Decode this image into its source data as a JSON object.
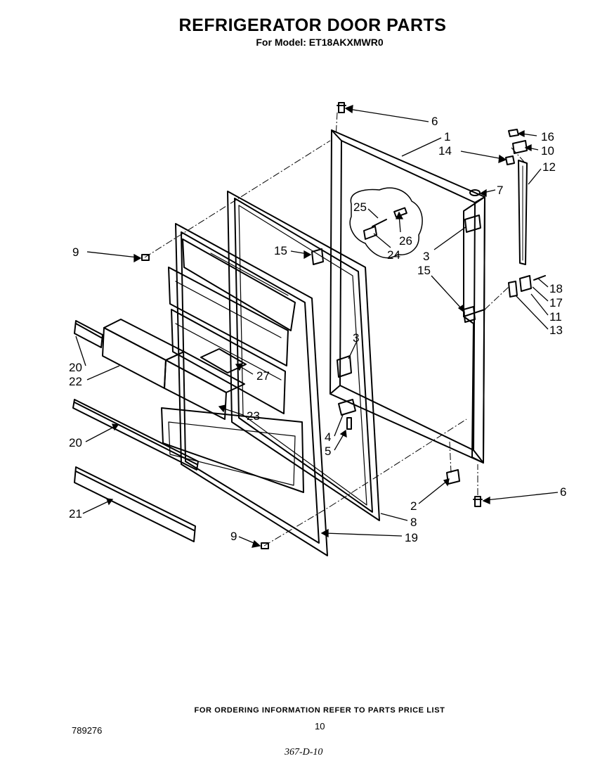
{
  "header": {
    "title": "REFRIGERATOR DOOR PARTS",
    "model_line": "For Model: ET18AKXMWR0"
  },
  "callouts": [
    {
      "id": "c6a",
      "label": "6"
    },
    {
      "id": "c1",
      "label": "1"
    },
    {
      "id": "c16",
      "label": "16"
    },
    {
      "id": "c10",
      "label": "10"
    },
    {
      "id": "c14",
      "label": "14"
    },
    {
      "id": "c12",
      "label": "12"
    },
    {
      "id": "c7",
      "label": "7"
    },
    {
      "id": "c25",
      "label": "25"
    },
    {
      "id": "c26",
      "label": "26"
    },
    {
      "id": "c24",
      "label": "24"
    },
    {
      "id": "c3a",
      "label": "3"
    },
    {
      "id": "c9a",
      "label": "9"
    },
    {
      "id": "c15a",
      "label": "15"
    },
    {
      "id": "c15b",
      "label": "15"
    },
    {
      "id": "c18",
      "label": "18"
    },
    {
      "id": "c17",
      "label": "17"
    },
    {
      "id": "c11",
      "label": "11"
    },
    {
      "id": "c13",
      "label": "13"
    },
    {
      "id": "c3b",
      "label": "3"
    },
    {
      "id": "c20a",
      "label": "20"
    },
    {
      "id": "c22",
      "label": "22"
    },
    {
      "id": "c27",
      "label": "27"
    },
    {
      "id": "c23",
      "label": "23"
    },
    {
      "id": "c20b",
      "label": "20"
    },
    {
      "id": "c4",
      "label": "4"
    },
    {
      "id": "c5",
      "label": "5"
    },
    {
      "id": "c6b",
      "label": "6"
    },
    {
      "id": "c21",
      "label": "21"
    },
    {
      "id": "c2",
      "label": "2"
    },
    {
      "id": "c8",
      "label": "8"
    },
    {
      "id": "c9b",
      "label": "9"
    },
    {
      "id": "c19",
      "label": "19"
    }
  ],
  "footer": {
    "ordering_note": "FOR ORDERING INFORMATION REFER TO PARTS PRICE LIST",
    "page_number": "10",
    "doc_number": "789276",
    "handwritten_code": "367-D-10"
  }
}
